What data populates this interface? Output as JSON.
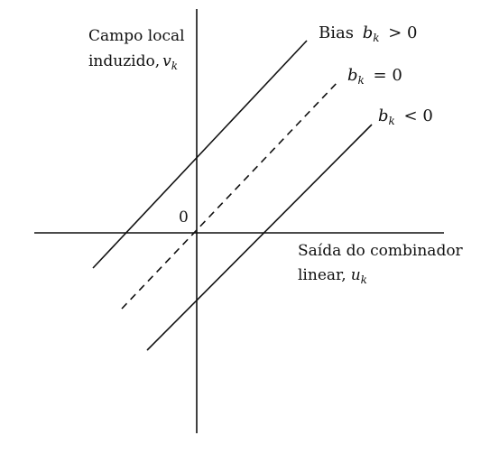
{
  "figure": {
    "y_axis_label_line1": "Campo local",
    "y_axis_label_line2": "induzido,",
    "y_axis_symbol": "v",
    "y_axis_subscript": "k",
    "x_axis_label_line1": "Saída do combinador",
    "x_axis_label_line2": "linear,",
    "x_axis_symbol": "u",
    "x_axis_subscript": "k",
    "origin_label": "0",
    "lines": [
      {
        "prefix": "Bias",
        "symbol": "b",
        "subscript": "k",
        "relation": "> 0",
        "style": "solid"
      },
      {
        "prefix": "",
        "symbol": "b",
        "subscript": "k",
        "relation": "= 0",
        "style": "dashed"
      },
      {
        "prefix": "",
        "symbol": "b",
        "subscript": "k",
        "relation": "< 0",
        "style": "solid"
      }
    ]
  }
}
